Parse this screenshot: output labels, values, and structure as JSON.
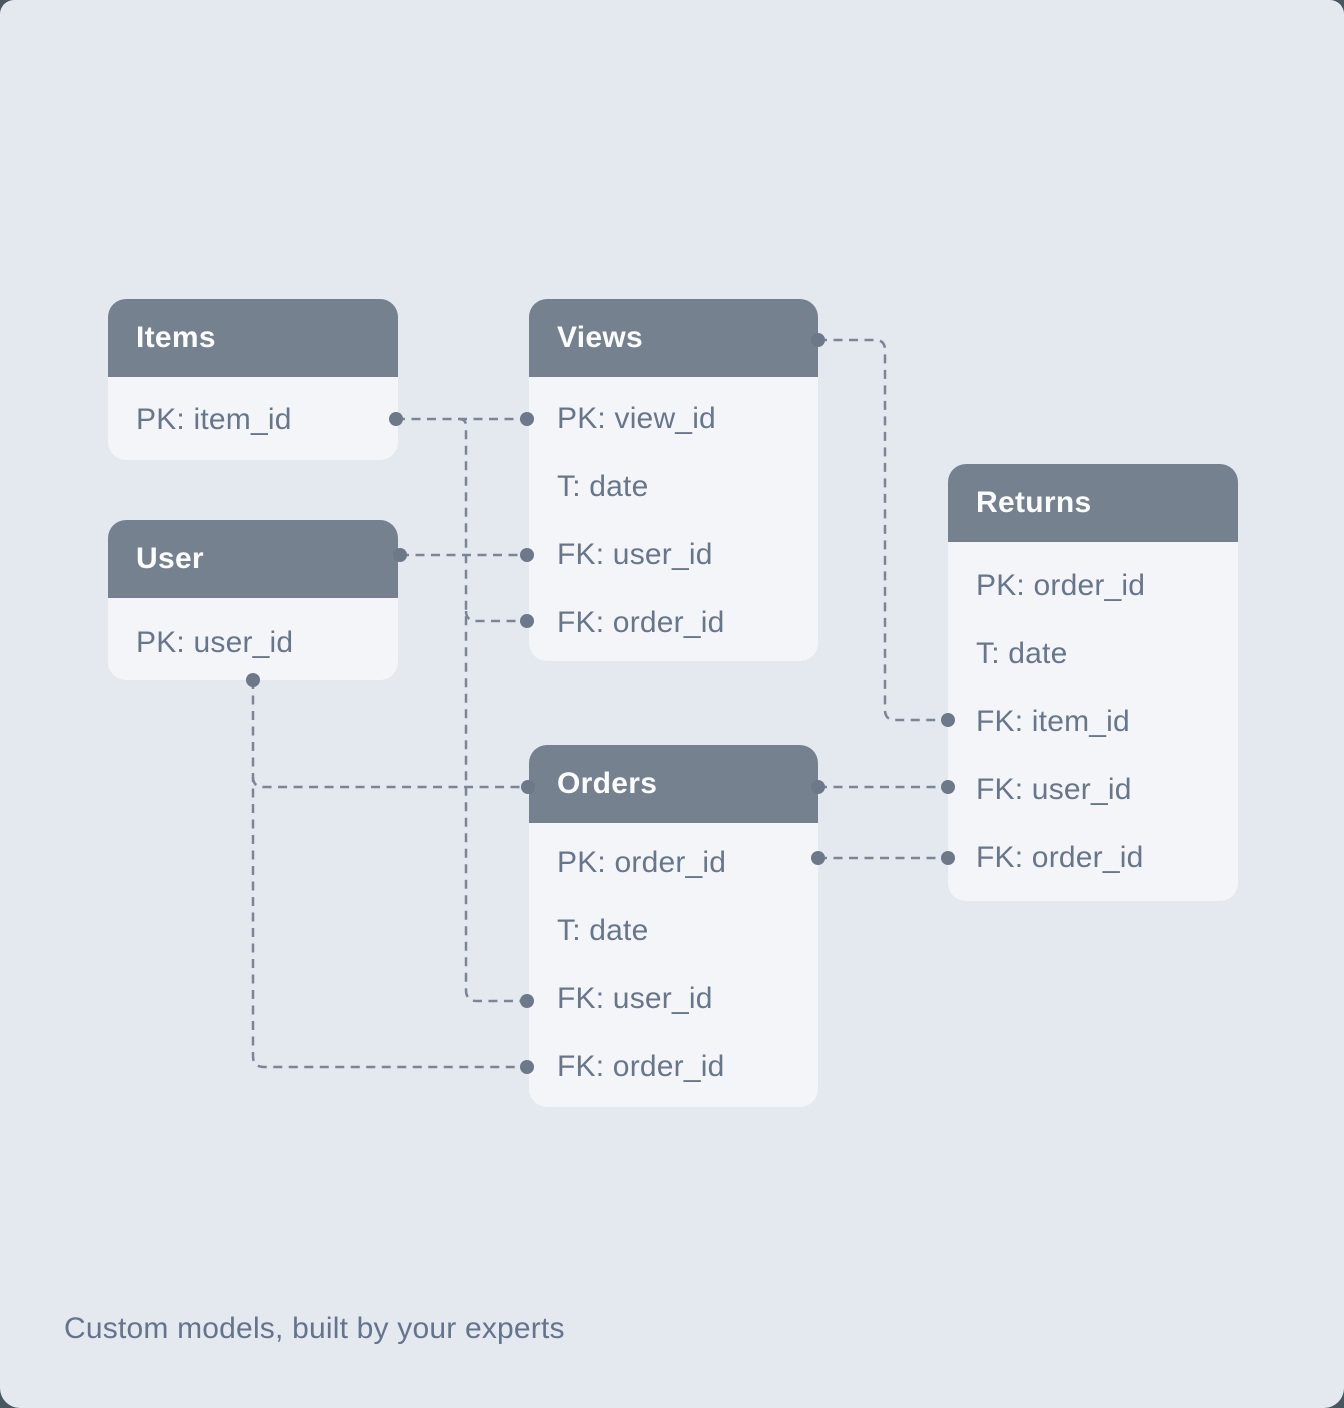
{
  "caption": "Custom models, built by your experts",
  "tables": {
    "items": {
      "title": "Items",
      "rows": [
        "PK: item_id"
      ]
    },
    "user": {
      "title": "User",
      "rows": [
        "PK: user_id"
      ]
    },
    "views": {
      "title": "Views",
      "rows": [
        "PK: view_id",
        "T: date",
        "FK: user_id",
        "FK: order_id"
      ]
    },
    "orders": {
      "title": "Orders",
      "rows": [
        "PK: order_id",
        "T: date",
        "FK: user_id",
        "FK: order_id"
      ]
    },
    "returns": {
      "title": "Returns",
      "rows": [
        "PK: order_id",
        "T: date",
        "FK: item_id",
        "FK: user_id",
        "FK: order_id"
      ]
    }
  },
  "connections": [
    {
      "from": "Items.PK: item_id",
      "to": "Views.PK: view_id"
    },
    {
      "from": "Items.PK: item_id",
      "to": "Views.FK: order_id"
    },
    {
      "from": "Items.PK: item_id",
      "to": "Orders.FK: user_id"
    },
    {
      "from": "User (header)",
      "to": "Views.FK: user_id"
    },
    {
      "from": "User.PK: user_id",
      "to": "Orders (header)"
    },
    {
      "from": "User.PK: user_id",
      "to": "Orders.FK: order_id"
    },
    {
      "from": "Views (header)",
      "to": "Returns.FK: item_id"
    },
    {
      "from": "Orders (header)",
      "to": "Returns.FK: user_id"
    },
    {
      "from": "Orders.PK: order_id",
      "to": "Returns.FK: order_id"
    }
  ],
  "colors": {
    "page_base": "#48565f",
    "canvas_background": "#e4e8ef",
    "table_header": "#76818f",
    "table_body": "#f3f5f9",
    "header_text": "#fbfcfd",
    "field_text": "#68768a",
    "connector_line": "#7b8596",
    "connector_dot": "#6d7888",
    "caption_text": "#64748b"
  }
}
